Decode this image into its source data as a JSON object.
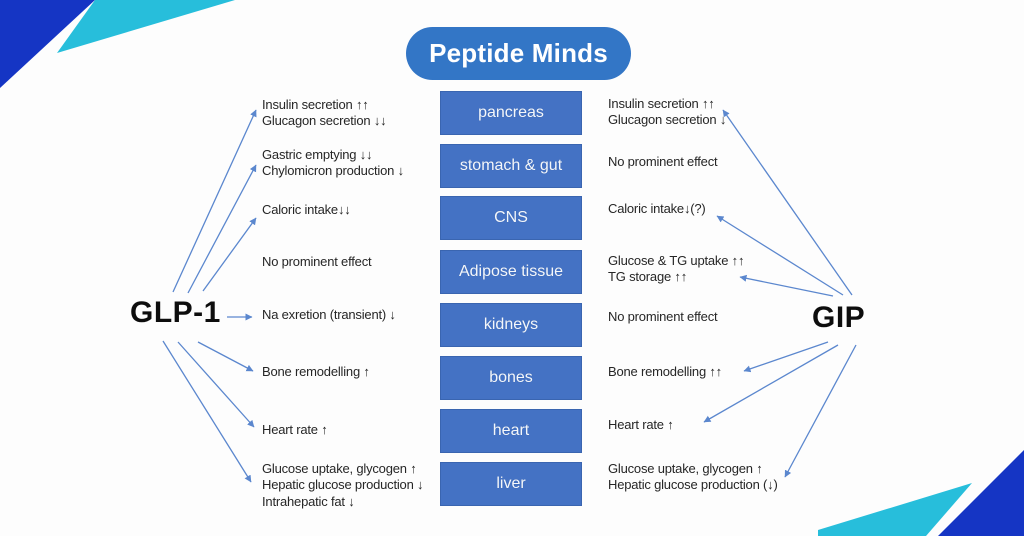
{
  "title": "Peptide Minds",
  "left_hormone": "GLP-1",
  "right_hormone": "GIP",
  "rows": [
    {
      "organ": "pancreas",
      "left": "Insulin secretion ↑↑\nGlucagon secretion ↓↓",
      "right": "Insulin secretion ↑↑\nGlucagon secretion ↓"
    },
    {
      "organ": "stomach & gut",
      "left": "Gastric emptying ↓↓\nChylomicron production ↓",
      "right": "No prominent effect"
    },
    {
      "organ": "CNS",
      "left": "Caloric intake↓↓",
      "right": "Caloric intake↓(?)"
    },
    {
      "organ": "Adipose tissue",
      "left": "No prominent effect",
      "right": "Glucose & TG uptake ↑↑\nTG storage ↑↑"
    },
    {
      "organ": "kidneys",
      "left": "Na exretion (transient) ↓",
      "right": "No prominent effect"
    },
    {
      "organ": "bones",
      "left": "Bone remodelling ↑",
      "right": "Bone remodelling ↑↑"
    },
    {
      "organ": "heart",
      "left": "Heart rate ↑",
      "right": "Heart rate ↑"
    },
    {
      "organ": "liver",
      "left": "Glucose uptake, glycogen ↑\nHepatic glucose production ↓\nIntrahepatic fat ↓",
      "right": "Glucose uptake, glycogen ↑\nHepatic glucose production (↓)"
    }
  ],
  "colors": {
    "pill-blue": "#3376c6",
    "box-blue": "#4472c4",
    "box-border": "#3a65b0",
    "accent-dark": "#1535c4",
    "accent-cyan": "#27bedb",
    "arrow-blue": "#5b87ce",
    "text-dark": "#262626"
  }
}
